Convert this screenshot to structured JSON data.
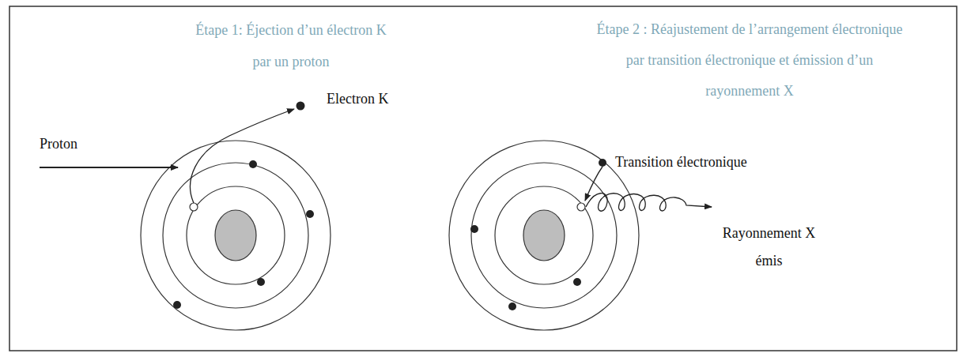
{
  "diagram": {
    "labels": [
      "Étape 1: Éjection d’un électron K par un proton",
      "Electron K",
      "Proton",
      "Étape 2 : Réajustement de l’arrangement électronique par transition électronique et émission d’un rayonnement X",
      "Transition électronique",
      "Rayonnement X émis"
    ]
  }
}
